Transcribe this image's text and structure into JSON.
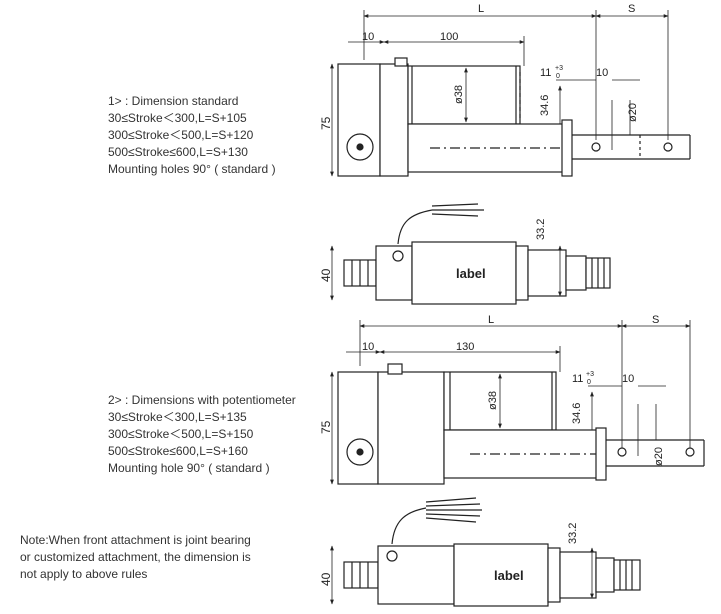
{
  "section1": {
    "title": "1> : Dimension standard",
    "lines": [
      "30≤Stroke＜300,L=S+105",
      "300≤Stroke＜500,L=S+120",
      "500≤Stroke≤600,L=S+130",
      "Mounting holes 90° ( standard )"
    ]
  },
  "section2": {
    "title": "2> : Dimensions with potentiometer",
    "lines": [
      "30≤Stroke＜300,L=S+135",
      "300≤Stroke＜500,L=S+150",
      "500≤Stroke≤600,L=S+160",
      "Mounting hole 90° ( standard )"
    ]
  },
  "note": {
    "lines": [
      "Note:When front attachment is joint bearing",
      "or customized attachment, the dimension is",
      "not apply to above rules"
    ]
  },
  "dims": {
    "L": "L",
    "S": "S",
    "ten": "10",
    "len1": "100",
    "len2": "130",
    "h75": "75",
    "h40": "40",
    "d38": "ø38",
    "d20": "ø20",
    "d346": "34.6",
    "d332": "33.2",
    "eleven": "11",
    "tol": "+3",
    "tol0": "0",
    "label": "label"
  }
}
